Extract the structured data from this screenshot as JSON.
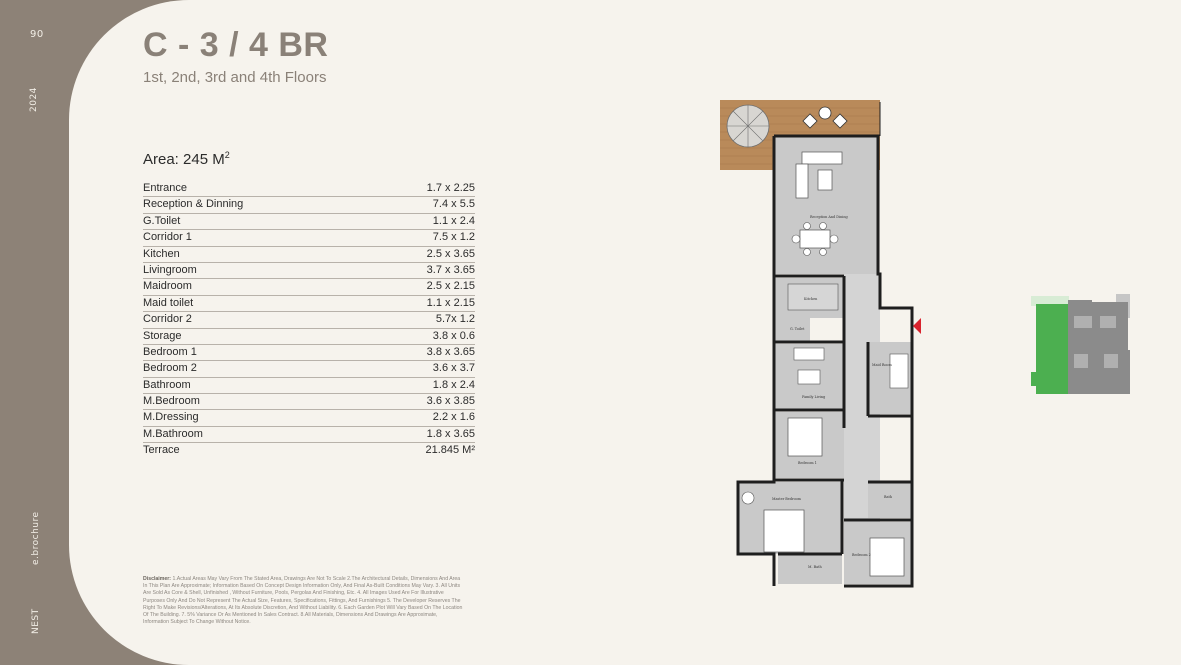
{
  "sidebar": {
    "page_number": "90",
    "year": "2024",
    "brochure": "e.brochure",
    "brand": "NEST"
  },
  "header": {
    "title": "C - 3 / 4 BR",
    "subtitle": "1st, 2nd, 3rd and 4th Floors"
  },
  "area": {
    "label": "Area: 245 M",
    "sup": "2"
  },
  "rooms": [
    {
      "name": "Entrance",
      "size": "1.7 x 2.25"
    },
    {
      "name": "Reception & Dinning",
      "size": "7.4 x 5.5"
    },
    {
      "name": "G.Toilet",
      "size": "1.1 x 2.4"
    },
    {
      "name": "Corridor 1",
      "size": "7.5 x 1.2"
    },
    {
      "name": "Kitchen",
      "size": "2.5 x 3.65"
    },
    {
      "name": "Livingroom",
      "size": "3.7 x 3.65"
    },
    {
      "name": "Maidroom",
      "size": "2.5 x 2.15"
    },
    {
      "name": "Maid toilet",
      "size": "1.1 x 2.15"
    },
    {
      "name": "Corridor 2",
      "size": "5.7x 1.2"
    },
    {
      "name": "Storage",
      "size": "3.8 x 0.6"
    },
    {
      "name": "Bedroom 1",
      "size": "3.8 x 3.65"
    },
    {
      "name": "Bedroom 2",
      "size": "3.6 x 3.7"
    },
    {
      "name": "Bathroom",
      "size": "1.8 x 2.4"
    },
    {
      "name": "M.Bedroom",
      "size": "3.6 x 3.85"
    },
    {
      "name": "M.Dressing",
      "size": "2.2 x 1.6"
    },
    {
      "name": "M.Bathroom",
      "size": "1.8 x 3.65"
    },
    {
      "name": "Terrace",
      "size": "21.845 M²"
    }
  ],
  "disclaimer": {
    "label": "Disclaimer:",
    "text": "1.Actual Areas May Vary From The Stated Area, Drawings Are Not To Scale 2.The Architectural Details, Dimensions And Area In This Plan Are Approximate; Information Based On Concept Design Information Only, And Final As-Built Conditions May Vary. 3. All Units Are Sold As Core & Shell, Unfinished , Without Furniture, Pools, Pergolas And Finishing, Etc. 4. All Images Used Are For Illustrative Purposes Only And Do Not Represent The Actual Size, Features, Specifications, Fittings, And Furnishings 5. The Developer Reserves The Right To Make Revisions/Alterations, At Its Absolute Discretion, And Without Liability. 6. Each Garden Plot Will Vary Based On The Location Of The Building. 7. 5% Variance Or As Mentioned In Sales Contract. 8.All Materials, Dimensions And Drawings Are Approximate, Information Subject To Change Without Notice."
  },
  "plan_labels": {
    "reception": "Reception And Dining",
    "kitchen": "Kitchen",
    "gtoilet": "G. Toilet",
    "living": "Family Living",
    "maidroom": "Maid Room",
    "bedroom1": "Bedroom 1",
    "master": "Master Bedroom",
    "bath": "Bath",
    "bedroom2": "Bedroom 2",
    "mbath": "M. Bath"
  },
  "colors": {
    "sidebar": "#8d8277",
    "panel": "#f6f3ed",
    "title": "#8a8178",
    "room_fill": "#c9c9c9",
    "wall": "#1e1e1e",
    "terrace": "#b98a5a",
    "keyplan_green": "#4caf50",
    "keyplan_gray": "#8b8b8b",
    "entrance_arrow": "#d9232e"
  }
}
